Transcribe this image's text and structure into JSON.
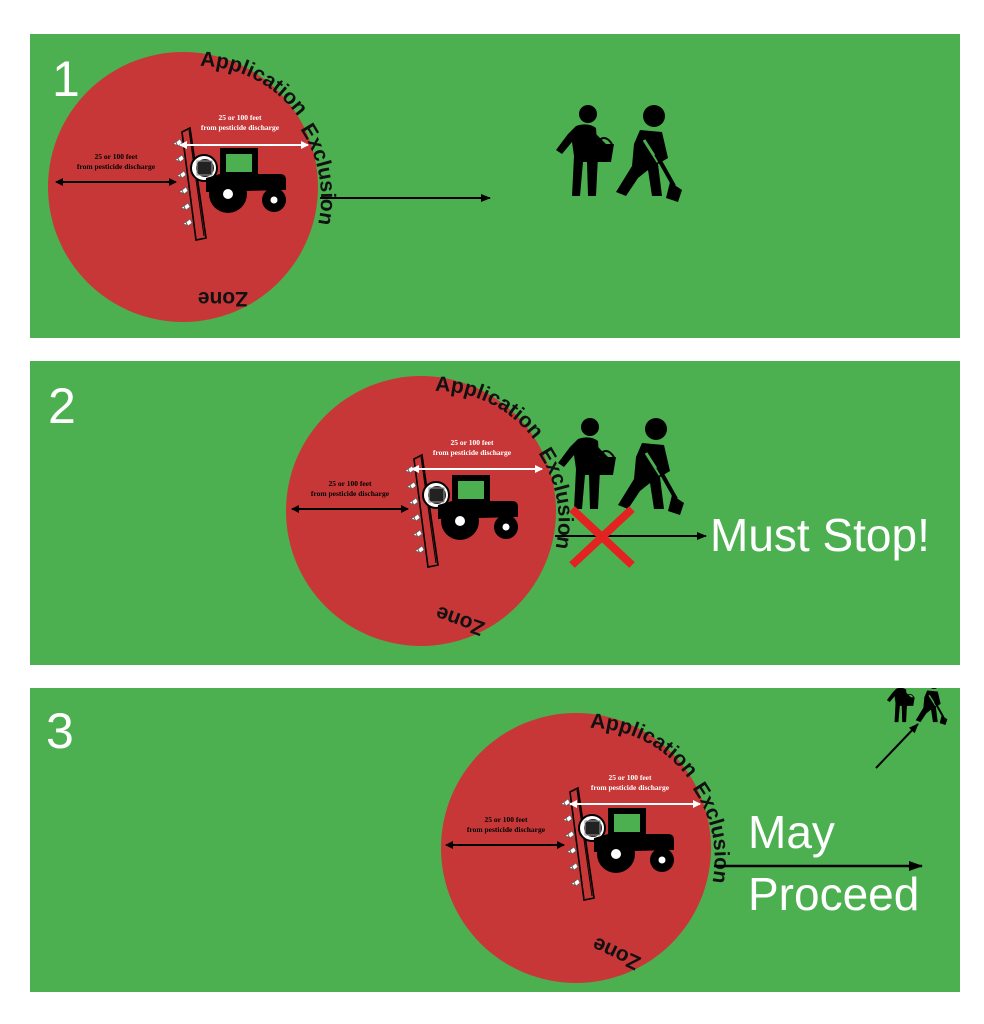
{
  "diagram": {
    "panels": [
      {
        "step": "1",
        "zone_label_top": "Application",
        "zone_label_right": "Exclusion",
        "zone_label_bottom": "Zone",
        "distance_line1": "25 or 100 feet",
        "distance_line2": "from pesticide discharge",
        "status_line1": "",
        "status_line2": ""
      },
      {
        "step": "2",
        "zone_label_top": "Application",
        "zone_label_right": "Exclusion",
        "zone_label_bottom": "Zone",
        "distance_line1": "25 or 100 feet",
        "distance_line2": "from pesticide discharge",
        "status_line1": "Must Stop!",
        "status_line2": ""
      },
      {
        "step": "3",
        "zone_label_top": "Application",
        "zone_label_right": "Exclusion",
        "zone_label_bottom": "Zone",
        "distance_line1": "25 or 100 feet",
        "distance_line2": "from pesticide discharge",
        "status_line1": "May",
        "status_line2": "Proceed"
      }
    ],
    "colors": {
      "field": "#4cb050",
      "zone": "#c83737",
      "stop_mark": "#e32222",
      "tractor_cab_window": "#4cb050",
      "figures": "#000000",
      "text_light": "#ffffff"
    },
    "icons": [
      "tractor-icon",
      "sprayer-boom-icon",
      "worker-with-bucket-icon",
      "worker-with-shovel-icon",
      "stop-x-icon"
    ]
  }
}
